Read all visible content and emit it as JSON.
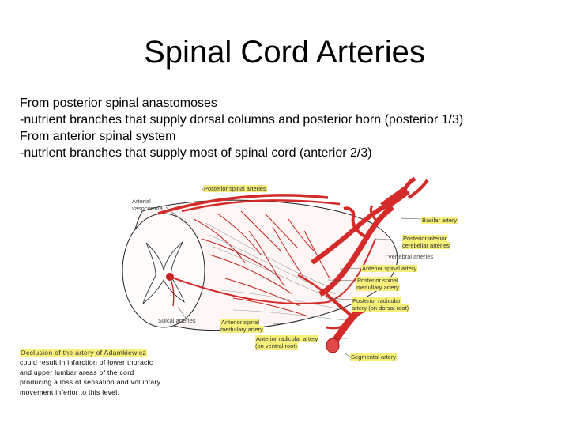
{
  "slide": {
    "title": "Spinal Cord Arteries",
    "lines": [
      "From posterior spinal anastomoses",
      "-nutrient branches that supply dorsal columns and posterior horn (posterior 1/3)",
      "From anterior spinal system",
      "-nutrient branches that supply most of spinal cord (anterior 2/3)"
    ]
  },
  "figure": {
    "labels": {
      "posterior_spinal_arteries": "Posterior spinal arteries",
      "arterial_vasocorona": "Arterial\nvasocorona",
      "basilar_artery": "Basilar artery",
      "posterior_inferior_cerebellar": "Posterior inferior\ncerebellar arteries",
      "vertebral_arteries": "Vertebral arteries",
      "anterior_spinal_artery": "Anterior spinal artery",
      "posterior_spinal_medullary": "Posterior spinal\nmedullary artery",
      "posterior_radicular": "Posterior radicular\nartery (on dorsal root)",
      "sulcal_arteries": "Sulcal arteries",
      "anterior_spinal_medullary": "Anterior spinal\nmedullary artery",
      "anterior_radicular": "Anterior radicular artery\n(on ventral root)",
      "segmental_artery": "Segmental artery"
    },
    "note_lines": [
      "Occlusion of the artery of Adamkiewicz",
      "could result in infarction of lower thoracic",
      "and upper lumbar areas of the cord",
      "producing a loss of sensation and voluntary",
      "movement inferior to this level."
    ],
    "colors": {
      "artery": "#d42a2a",
      "artery_dark": "#a91414",
      "highlight": "#f6ef7a",
      "leader_line": "#555555"
    }
  }
}
